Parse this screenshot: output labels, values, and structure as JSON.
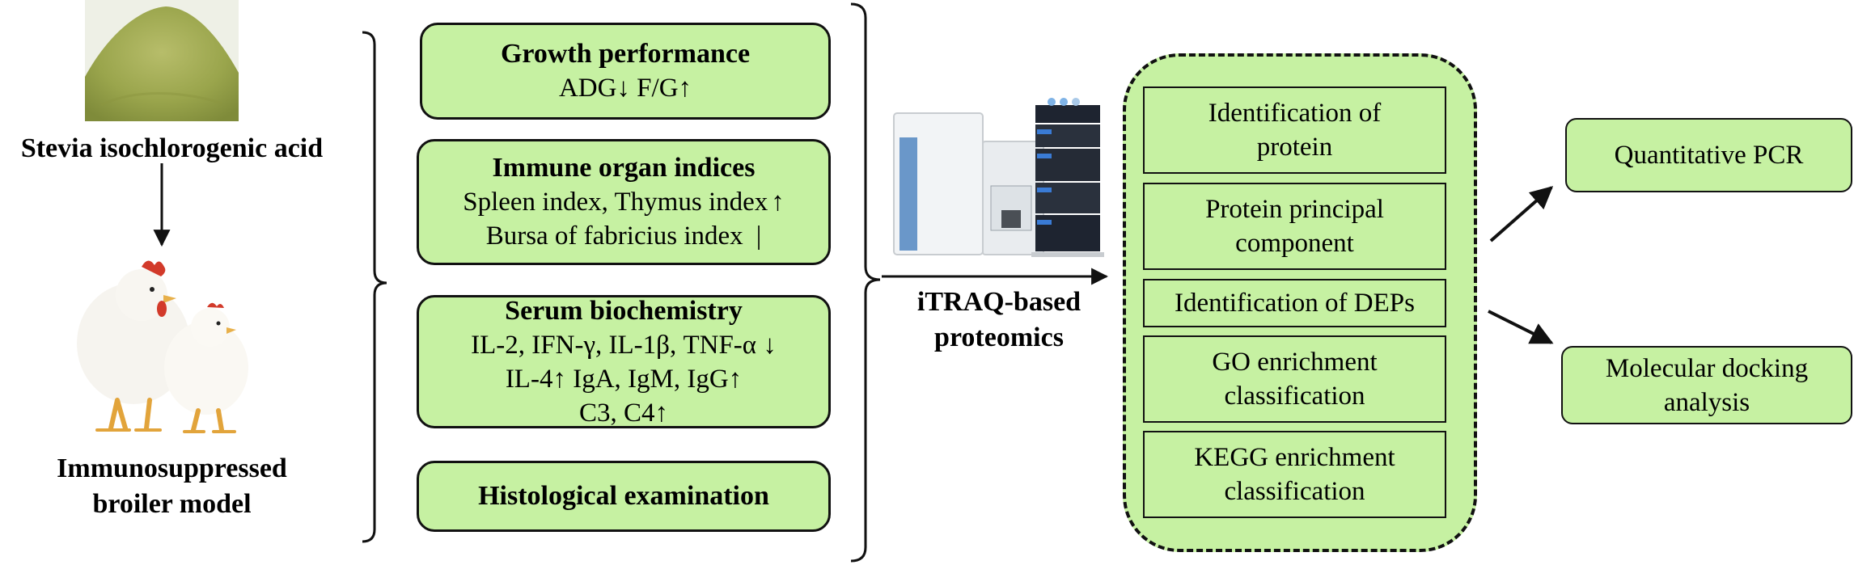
{
  "left": {
    "source_label": "Stevia isochlorogenic acid",
    "model_label_line1": "Immunosuppressed",
    "model_label_line2": "broiler model"
  },
  "indicators": {
    "growth": {
      "title": "Growth performance",
      "line1": "ADG↓   F/G↑"
    },
    "immune": {
      "title": "Immune organ indices",
      "line1": "Spleen index, Thymus index",
      "line2": "Bursa of fabricius index"
    },
    "serum": {
      "title": "Serum biochemistry",
      "line1": "IL-2, IFN-γ, IL-1β, TNF-α ↓",
      "line2": "IL-4↑  IgA, IgM, IgG↑",
      "line3": "C3, C4↑"
    },
    "histology": {
      "title": "Histological examination"
    }
  },
  "method": {
    "label_line1": "iTRAQ-based",
    "label_line2": "proteomics"
  },
  "proteomics": {
    "items": [
      {
        "line1": "Identification of",
        "line2": "protein"
      },
      {
        "line1": "Protein principal",
        "line2": "component"
      },
      {
        "line1": "Identification of DEPs",
        "line2": ""
      },
      {
        "line1": "GO enrichment",
        "line2": "classification"
      },
      {
        "line1": "KEGG enrichment",
        "line2": "classification"
      }
    ]
  },
  "validation": {
    "qpcr": "Quantitative PCR",
    "docking_line1": "Molecular docking",
    "docking_line2": "analysis"
  },
  "colors": {
    "box_fill": "#c6f1a2",
    "border": "#111111"
  }
}
